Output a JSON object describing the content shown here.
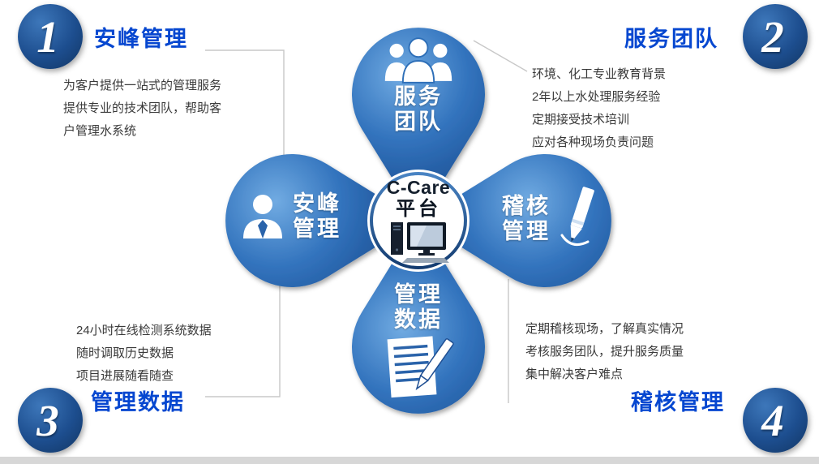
{
  "center": {
    "title": "C-Care",
    "subtitle": "平台",
    "icon": "computer-icon"
  },
  "petals": {
    "top": {
      "line1": "服务",
      "line2": "团队",
      "icon": "team-icon"
    },
    "left": {
      "line1": "安峰",
      "line2": "管理",
      "icon": "person-icon"
    },
    "right": {
      "line1": "稽核",
      "line2": "管理",
      "icon": "pencil-icon"
    },
    "bottom": {
      "line1": "管理",
      "line2": "数据",
      "icon": "document-pen-icon"
    }
  },
  "corners": {
    "top_left": {
      "number": "1",
      "title": "安峰管理",
      "lines": [
        "为客户提供一站式的管理服务",
        "提供专业的技术团队，帮助客",
        "户管理水系统"
      ]
    },
    "top_right": {
      "number": "2",
      "title": "服务团队",
      "lines": [
        "环境、化工专业教育背景",
        "2年以上水处理服务经验",
        "定期接受技术培训",
        "应对各种现场负责问题"
      ]
    },
    "bottom_left": {
      "number": "3",
      "title": "管理数据",
      "lines": [
        "24小时在线检测系统数据",
        "随时调取历史数据",
        "项目进展随看随查"
      ]
    },
    "bottom_right": {
      "number": "4",
      "title": "稽核管理",
      "lines": [
        "定期稽核现场，了解真实情况",
        "考核服务团队，提升服务质量",
        "集中解决客户难点"
      ]
    }
  },
  "colors": {
    "accent_blue": "#0647d0",
    "body_text": "#3a3a3a",
    "petal_light": "#71abe2",
    "petal_mid": "#2e6fb8",
    "petal_dark": "#153c72",
    "badge_dark": "#123663",
    "connector_gray": "#c8c8c8",
    "strip_gray": "#d7d7d7"
  }
}
